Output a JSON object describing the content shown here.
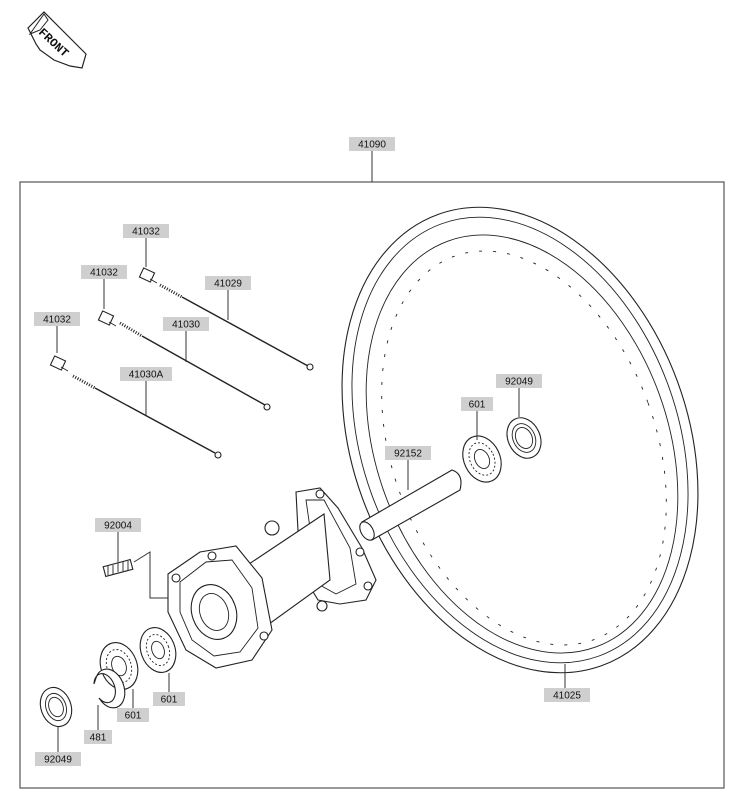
{
  "compass": {
    "label": "FRONT",
    "icon": "front-direction-arrow-icon"
  },
  "assembly_label": "41090",
  "callouts": {
    "rim": "41025",
    "nipple_top": "41032",
    "nipple_mid": "41032",
    "nipple_low": "41032",
    "spoke_top": "41029",
    "spoke_mid": "41030",
    "spoke_low": "41030A",
    "stud": "92004",
    "collar": "92152",
    "bearing_right": "601",
    "seal_right": "92049",
    "bearing_left_inner": "601",
    "bearing_left_outer": "601",
    "circlip": "481",
    "seal_left": "92049"
  }
}
